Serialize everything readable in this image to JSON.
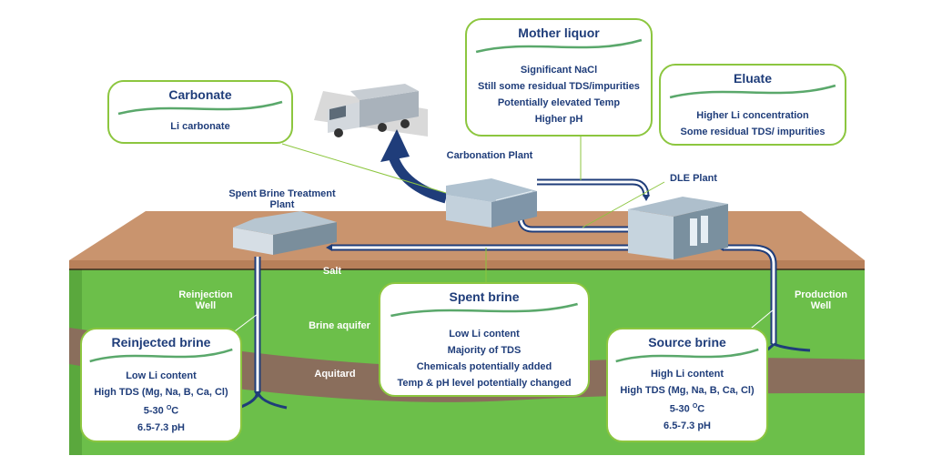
{
  "boxes": {
    "carbonate": {
      "title": "Carbonate",
      "lines": [
        "Li carbonate"
      ]
    },
    "mother_liquor": {
      "title": "Mother liquor",
      "lines": [
        "Significant NaCl",
        "Still some residual TDS/impurities",
        "Potentially elevated Temp",
        "Higher pH"
      ]
    },
    "eluate": {
      "title": "Eluate",
      "lines": [
        "Higher Li concentration",
        "Some residual TDS/ impurities"
      ]
    },
    "spent_brine": {
      "title": "Spent brine",
      "lines": [
        "Low Li content",
        "Majority of TDS",
        "Chemicals potentially added",
        "Temp & pH level potentially changed"
      ]
    },
    "reinjected_brine": {
      "title": "Reinjected brine",
      "lines": [
        "Low Li content",
        "High TDS (Mg, Na, B, Ca, Cl)"
      ],
      "temp_prefix": "5-30 ",
      "temp_sup": "O",
      "temp_unit": "C",
      "ph": "6.5-7.3 pH"
    },
    "source_brine": {
      "title": "Source brine",
      "lines": [
        "High Li content",
        "High TDS (Mg, Na, B, Ca, Cl)"
      ],
      "temp_prefix": "5-30 ",
      "temp_sup": "O",
      "temp_unit": "C",
      "ph": "6.5-7.3 pH"
    }
  },
  "labels": {
    "carbonation_plant": "Carbonation Plant",
    "dle_plant": "DLE Plant",
    "spent_brine_plant_1": "Spent Brine Treatment",
    "spent_brine_plant_2": "Plant",
    "salt": "Salt",
    "brine_aquifer": "Brine aquifer",
    "aquitard": "Aquitard",
    "reinjection_well_1": "Reinjection",
    "reinjection_well_2": "Well",
    "production_well_1": "Production",
    "production_well_2": "Well"
  },
  "colors": {
    "title_text": "#1f3d7a",
    "box_border": "#8cc63f",
    "ground": "#6cbf4a",
    "surface": "#c9946e",
    "aquitard": "#8a6e5c",
    "pipe": "#1f3d7a",
    "building": "#9fb3c4"
  }
}
